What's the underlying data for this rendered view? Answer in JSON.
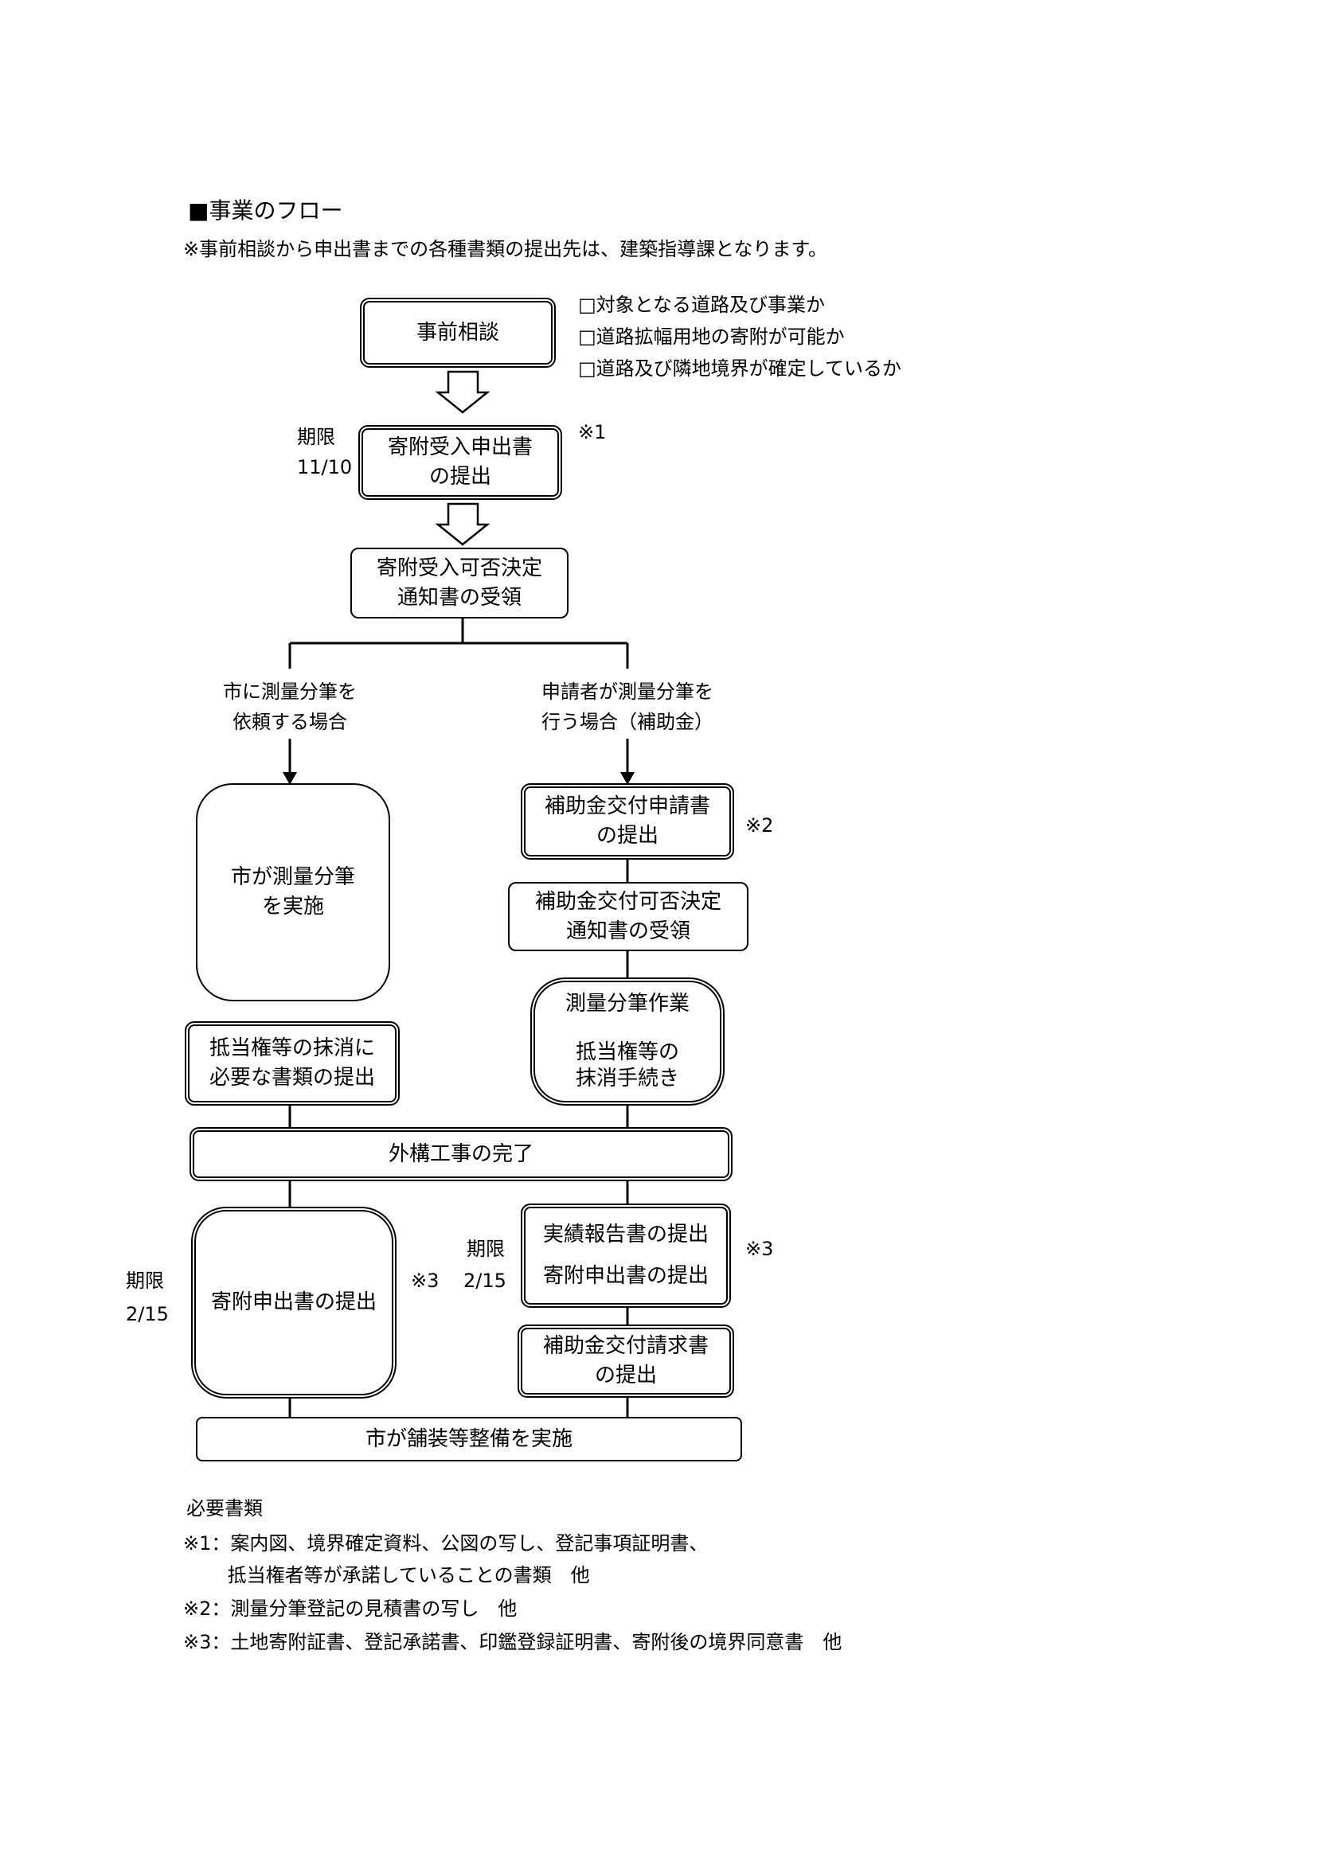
{
  "header": {
    "title": "■事業のフロー",
    "note": "※事前相談から申出書までの各種書類の提出先は、建築指導課となります。"
  },
  "checklist": [
    "□対象となる道路及び事業か",
    "□道路拡幅用地の寄附が可能か",
    "□道路及び隣地境界が確定しているか"
  ],
  "steps": {
    "consult": "事前相談",
    "donation_request": [
      "寄附受入申出書",
      "の提出"
    ],
    "donation_request_deadline": [
      "期限",
      "11/10"
    ],
    "donation_request_mark": "※1",
    "decision_notice": [
      "寄附受入可否決定",
      "通知書の受領"
    ]
  },
  "branches": {
    "city": [
      "市に測量分筆を",
      "依頼する場合"
    ],
    "applicant": [
      "申請者が測量分筆を",
      "行う場合（補助金）"
    ]
  },
  "left": {
    "city_survey": [
      "市が測量分筆",
      "を実施"
    ],
    "mortgage_docs": [
      "抵当権等の抹消に",
      "必要な書類の提出"
    ],
    "donation_submit": "寄附申出書の提出",
    "deadline": [
      "期限",
      "2/15"
    ],
    "mark": "※3"
  },
  "right": {
    "subsidy_application": [
      "補助金交付申請書",
      "の提出"
    ],
    "subsidy_mark": "※2",
    "subsidy_decision": [
      "補助金交付可否決定",
      "通知書の受領"
    ],
    "survey_work": [
      "測量分筆作業",
      "",
      "抵当権等の",
      "抹消手続き"
    ],
    "report": [
      "実績報告書の提出",
      "寄附申出書の提出"
    ],
    "report_deadline": [
      "期限",
      "2/15"
    ],
    "report_mark": "※3",
    "subsidy_claim": [
      "補助金交付請求書",
      "の提出"
    ]
  },
  "common": {
    "exterior_complete": "外構工事の完了",
    "city_paving": "市が舗装等整備を実施"
  },
  "notes": {
    "title": "必要書類",
    "n1": [
      "※1：案内図、境界確定資料、公図の写し、登記事項証明書、",
      "　　 抵当権者等が承諾していることの書類　他"
    ],
    "n2": "※2：測量分筆登記の見積書の写し　他",
    "n3": "※3：土地寄附証書、登記承諾書、印鑑登録証明書、寄附後の境界同意書　他"
  }
}
